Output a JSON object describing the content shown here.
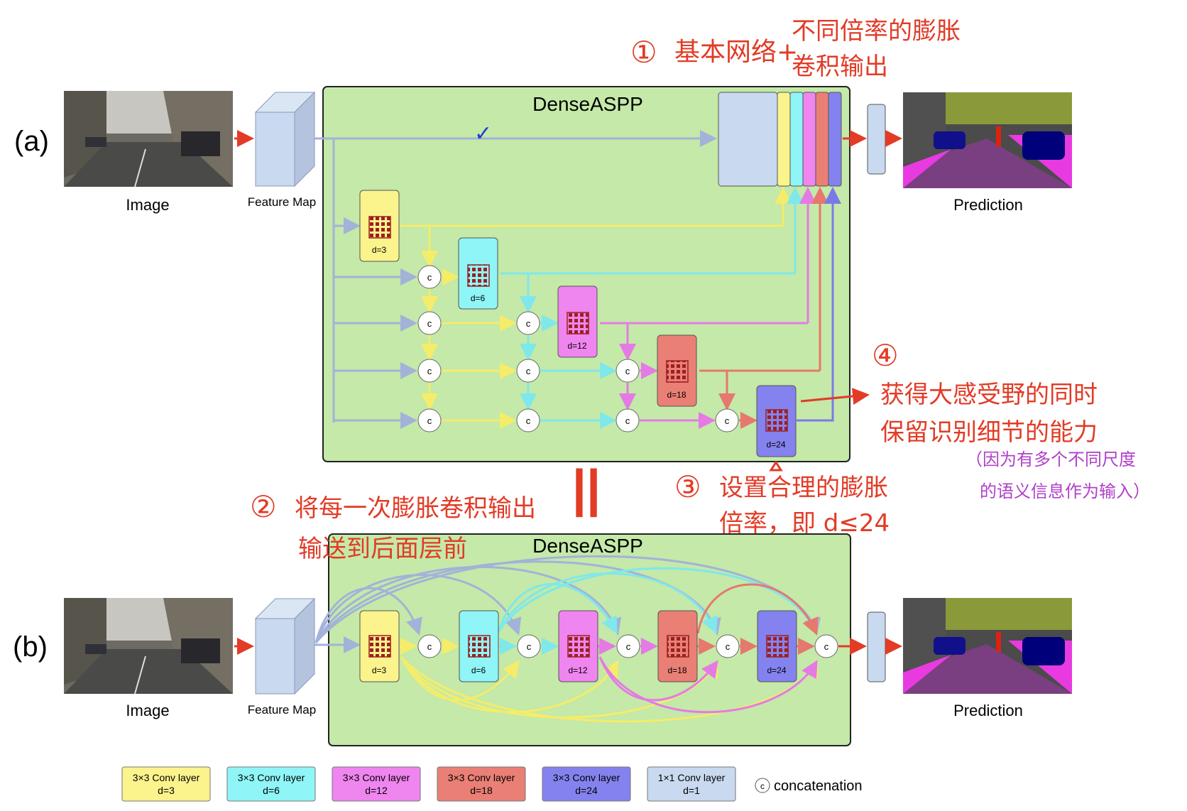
{
  "panel_a": {
    "letter": "(a)",
    "image_label": "Image",
    "feature_label": "Feature Map",
    "block_title": "DenseASPP",
    "prediction_label": "Prediction",
    "layers": [
      {
        "name": "d3",
        "label": "d=3",
        "color": "#fbf38c"
      },
      {
        "name": "d6",
        "label": "d=6",
        "color": "#8ff5f7"
      },
      {
        "name": "d12",
        "label": "d=12",
        "color": "#ef85ef"
      },
      {
        "name": "d18",
        "label": "d=18",
        "color": "#ea7f76"
      },
      {
        "name": "d24",
        "label": "d=24",
        "color": "#8482ee"
      }
    ],
    "concat_symbol": "c"
  },
  "panel_b": {
    "letter": "(b)",
    "image_label": "Image",
    "feature_label": "Feature Map",
    "block_title": "DenseASPP",
    "prediction_label": "Prediction",
    "layers": [
      {
        "name": "d3",
        "label": "d=3",
        "color": "#fbf38c"
      },
      {
        "name": "d6",
        "label": "d=6",
        "color": "#8ff5f7"
      },
      {
        "name": "d12",
        "label": "d=12",
        "color": "#ef85ef"
      },
      {
        "name": "d18",
        "label": "d=18",
        "color": "#ea7f76"
      },
      {
        "name": "d24",
        "label": "d=24",
        "color": "#8482ee"
      }
    ],
    "concat_symbol": "c"
  },
  "equals_sign": "||",
  "legend": [
    {
      "line1": "3×3 Conv layer",
      "line2": "d=3",
      "color": "#fbf38c"
    },
    {
      "line1": "3×3 Conv layer",
      "line2": "d=6",
      "color": "#8ff5f7"
    },
    {
      "line1": "3×3 Conv layer",
      "line2": "d=12",
      "color": "#ef85ef"
    },
    {
      "line1": "3×3 Conv layer",
      "line2": "d=18",
      "color": "#ea7f76"
    },
    {
      "line1": "3×3 Conv layer",
      "line2": "d=24",
      "color": "#8482ee"
    },
    {
      "line1": "1×1 Conv layer",
      "line2": "d=1",
      "color": "#c9d9ef"
    }
  ],
  "legend_concat": {
    "symbol": "c",
    "label": "concatenation"
  },
  "annotations": {
    "n1": "①",
    "n1_line1": "基本网络+",
    "n1_line2a": "不同倍率的膨胀",
    "n1_line2b": "卷积输出",
    "check": "✓",
    "n2": "②",
    "n2_line1": "将每一次膨胀卷积输出",
    "n2_line2": "输送到后面层前",
    "n3": "③",
    "n3_line1": "设置合理的膨胀",
    "n3_line2": "倍率，即 d≤24",
    "n4": "④",
    "n4_line1": "获得大感受野的同时",
    "n4_line2": "保留识别细节的能力",
    "n4_paren1": "（因为有多个不同尺度",
    "n4_paren2": "的语义信息作为输入）"
  },
  "colors": {
    "panel_bg": "#c4e9a8",
    "gray_line": "#a3b2d9",
    "red": "#e23b26",
    "purple_note": "#b040c8",
    "navy_check": "#1f3fd0"
  }
}
